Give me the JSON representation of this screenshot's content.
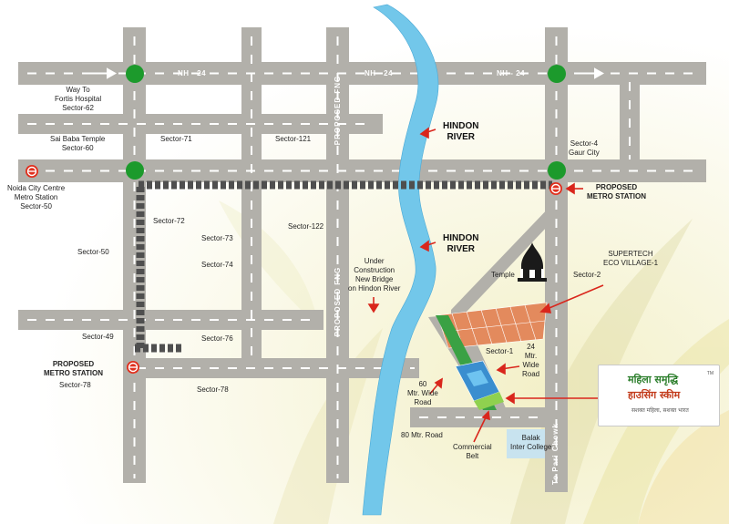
{
  "map": {
    "colors": {
      "road": "#b2b0aa",
      "road_marking": "#ffffff",
      "river": "#72c7ea",
      "metro_line": "#555555",
      "roundabout": "#1c9a2c",
      "arrow": "#d9261c",
      "plots": "#e38a5d",
      "site": "#3a8ecf",
      "green_belt": "#3aa144"
    },
    "highways": [
      {
        "label": "NH - 24"
      },
      {
        "label": "NH - 24"
      },
      {
        "label": "NH - 24"
      }
    ],
    "rivers": [
      {
        "name": "HINDON\nRIVER"
      },
      {
        "name": "HINDON\nRIVER"
      }
    ],
    "vertical_roads": [
      {
        "label": "PROPOSED FNG"
      },
      {
        "label": "PROPOSED FNG"
      },
      {
        "label": "To Pari Chowk"
      }
    ],
    "places": {
      "fortis": "Way To\nFortis Hospital\nSector-62",
      "sai_baba": "Sai Baba Temple\nSector-60",
      "sector_71": "Sector-71",
      "sector_121": "Sector-121",
      "sector_4": "Sector-4\nGaur City",
      "noida_city_centre": "Noida City Centre\nMetro Station\nSector-50",
      "proposed_metro_east": "PROPOSED\nMETRO STATION",
      "sector_72": "Sector-72",
      "sector_122": "Sector-122",
      "sector_73": "Sector-73",
      "sector_50": "Sector-50",
      "sector_74": "Sector-74",
      "under_construction": "Under\nConstruction\nNew Bridge\non Hindon River",
      "temple": "Temple",
      "sector_2": "Sector-2",
      "supertech": "SUPERTECH\nECO VILLAGE-1",
      "sector_49": "Sector-49",
      "sector_76": "Sector-76",
      "sector_1": "Sector-1",
      "road_24": "24\nMtr.\nWide\nRoad",
      "proposed_metro_west": "PROPOSED\nMETRO STATION",
      "sector_78_left": "Sector-78",
      "sector_78": "Sector-78",
      "road_60": "60\nMtr. Wide\nRoad",
      "road_80": "80 Mtr. Road",
      "commercial_belt": "Commercial\nBelt",
      "balak": "Balak\nInter College"
    },
    "logo": {
      "line1": "महिला समृद्धि",
      "line2": "हाउसिंग स्कीम",
      "line3": "सशक्त महिला, सशक्त भारत",
      "tm": "TM"
    },
    "icons": {
      "metro": "metro-icon",
      "roundabout": "roundabout-icon",
      "arrow": "arrow-icon",
      "temple": "temple-icon",
      "house": "house-icon"
    }
  }
}
